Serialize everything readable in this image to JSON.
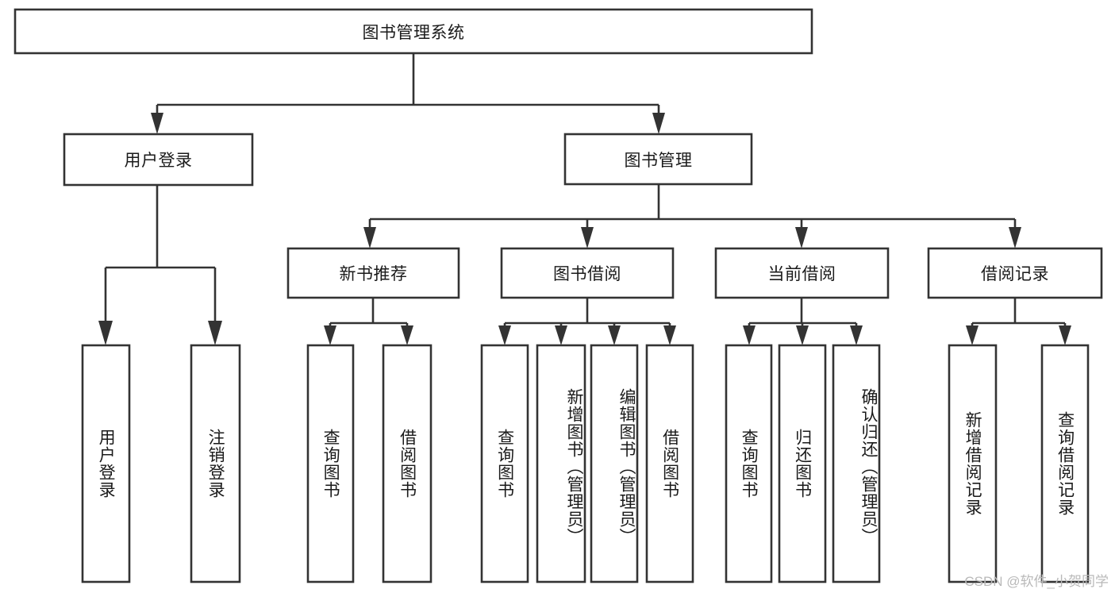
{
  "diagram": {
    "type": "tree-hierarchy",
    "title": "图书管理系统",
    "watermark": "CSDN @软件_小贺同学",
    "colors": {
      "stroke": "#333333",
      "fill": "#ffffff",
      "text": "#1a1a1a",
      "watermark": "#b9b9b9"
    },
    "levels": {
      "root": {
        "label": "图书管理系统"
      },
      "level1": [
        {
          "id": "user-login",
          "label": "用户登录"
        },
        {
          "id": "book-manage",
          "label": "图书管理"
        }
      ],
      "level2": [
        {
          "id": "new-book-recommend",
          "label": "新书推荐",
          "parent": "book-manage"
        },
        {
          "id": "book-borrow",
          "label": "图书借阅",
          "parent": "book-manage"
        },
        {
          "id": "current-borrow",
          "label": "当前借阅",
          "parent": "book-manage"
        },
        {
          "id": "borrow-record",
          "label": "借阅记录",
          "parent": "book-manage"
        }
      ],
      "leaves": [
        {
          "id": "leaf-user-login",
          "label": "用户登录",
          "parent": "user-login"
        },
        {
          "id": "leaf-user-logout",
          "label": "注销登录",
          "parent": "user-login"
        },
        {
          "id": "leaf-query-book-1",
          "label": "查询图书",
          "parent": "new-book-recommend"
        },
        {
          "id": "leaf-borrow-book-1",
          "label": "借阅图书",
          "parent": "new-book-recommend"
        },
        {
          "id": "leaf-query-book-2",
          "label": "查询图书",
          "parent": "book-borrow"
        },
        {
          "id": "leaf-add-book",
          "label": "新增图书（管理员）",
          "parent": "book-borrow"
        },
        {
          "id": "leaf-edit-book",
          "label": "编辑图书（管理员）",
          "parent": "book-borrow"
        },
        {
          "id": "leaf-borrow-book-2",
          "label": "借阅图书",
          "parent": "book-borrow"
        },
        {
          "id": "leaf-query-book-3",
          "label": "查询图书",
          "parent": "current-borrow"
        },
        {
          "id": "leaf-return-book",
          "label": "归还图书",
          "parent": "current-borrow"
        },
        {
          "id": "leaf-confirm-return",
          "label": "确认归还（管理员）",
          "parent": "current-borrow"
        },
        {
          "id": "leaf-add-record",
          "label": "新增借阅记录",
          "parent": "borrow-record"
        },
        {
          "id": "leaf-query-record",
          "label": "查询借阅记录",
          "parent": "borrow-record"
        }
      ]
    }
  }
}
